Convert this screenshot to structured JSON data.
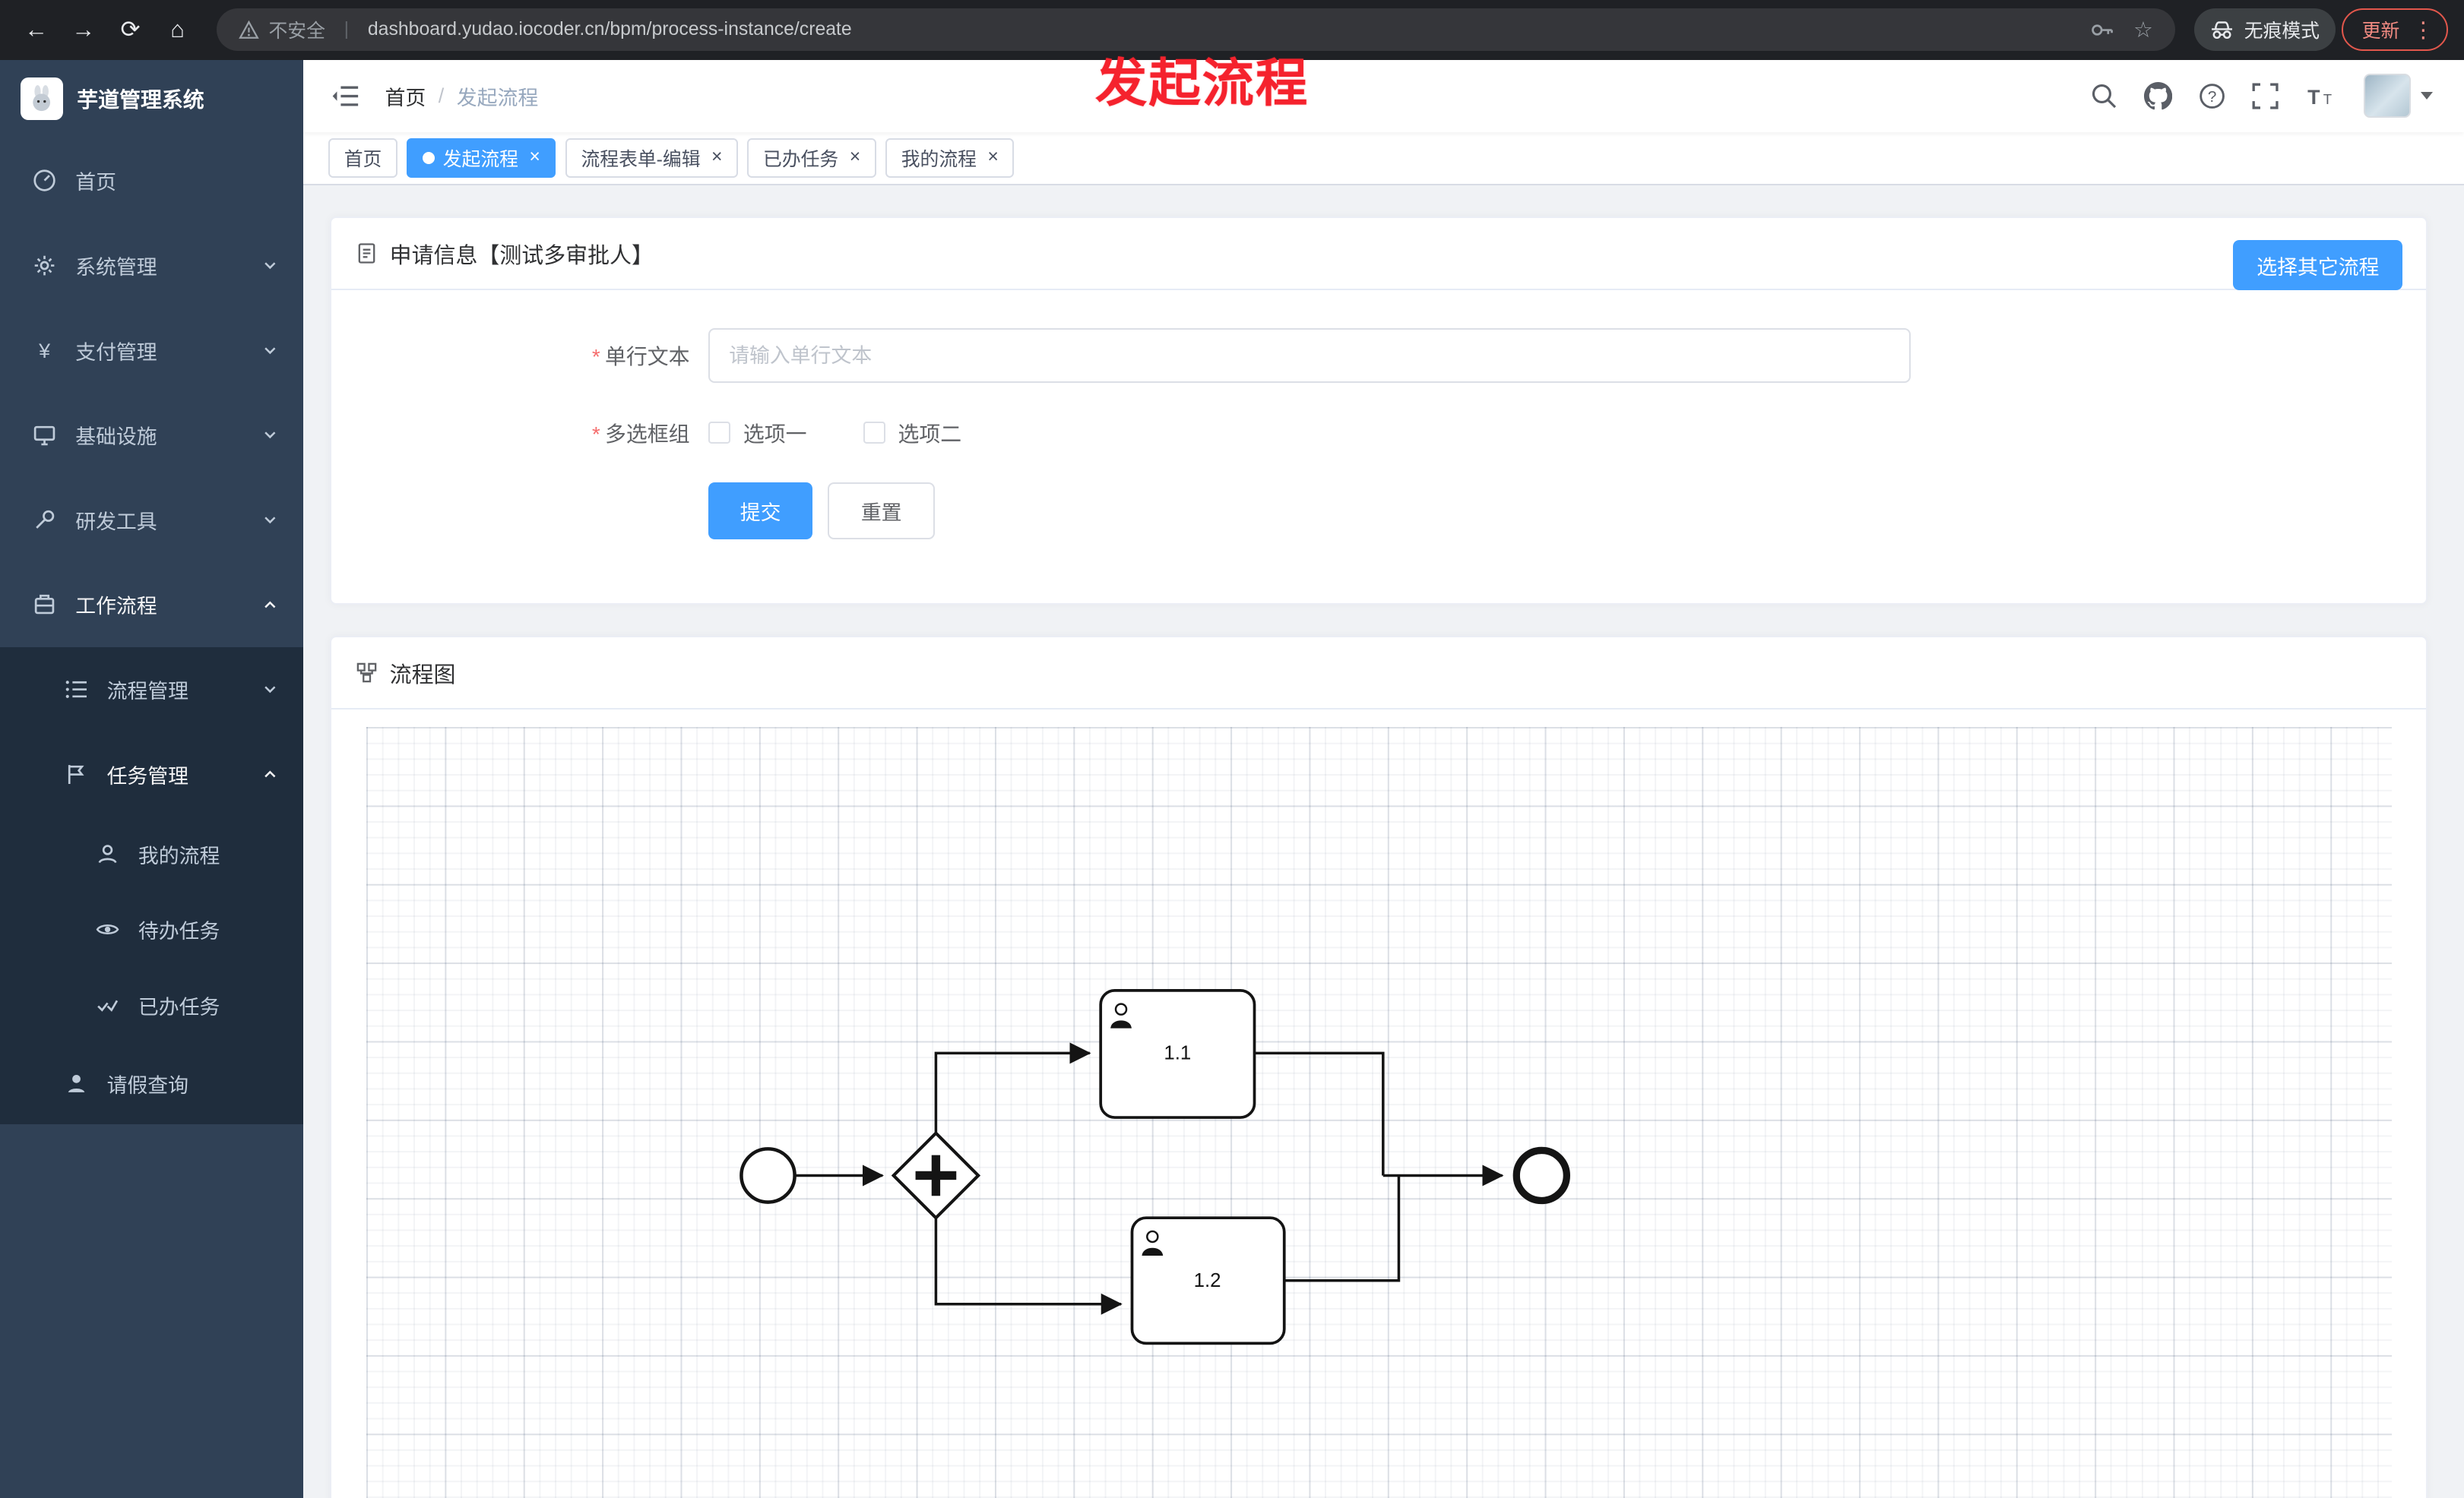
{
  "annotation": {
    "text": "发起流程"
  },
  "browser": {
    "security_label": "不安全",
    "url": "dashboard.yudao.iocoder.cn/bpm/process-instance/create",
    "incognito_label": "无痕模式",
    "update_label": "更新"
  },
  "sidebar": {
    "logo_title": "芋道管理系统",
    "items": {
      "home": "首页",
      "system": "系统管理",
      "payment": "支付管理",
      "infra": "基础设施",
      "devtools": "研发工具",
      "workflow": "工作流程",
      "process_mgmt": "流程管理",
      "task_mgmt": "任务管理",
      "my_process": "我的流程",
      "todo_tasks": "待办任务",
      "done_tasks": "已办任务",
      "leave_query": "请假查询"
    }
  },
  "navbar": {
    "breadcrumb_home": "首页",
    "breadcrumb_separator": "/",
    "breadcrumb_current": "发起流程"
  },
  "tabs": {
    "t0": "首页",
    "t1": "发起流程",
    "t2": "流程表单-编辑",
    "t3": "已办任务",
    "t4": "我的流程"
  },
  "form_card": {
    "title": "申请信息【测试多审批人】",
    "select_other_button": "选择其它流程",
    "required_mark": "*",
    "field_text_label": "单行文本",
    "field_text_placeholder": "请输入单行文本",
    "field_text_value": "",
    "field_checkbox_label": "多选框组",
    "option1": "选项一",
    "option2": "选项二",
    "submit_label": "提交",
    "reset_label": "重置"
  },
  "diagram_card": {
    "title": "流程图",
    "type": "bpmn-process-diagram",
    "task1_label": "1.1",
    "task2_label": "1.2",
    "nodes": [
      {
        "id": "start",
        "type": "start-event"
      },
      {
        "id": "gateway",
        "type": "parallel-gateway"
      },
      {
        "id": "task1",
        "type": "user-task",
        "label": "1.1"
      },
      {
        "id": "task2",
        "type": "user-task",
        "label": "1.2"
      },
      {
        "id": "end",
        "type": "end-event"
      }
    ],
    "edges": [
      "start->gateway",
      "gateway->task1",
      "gateway->task2",
      "task1->end",
      "task2->end"
    ]
  },
  "colors": {
    "accent": "#409eff",
    "annotation": "#f5222d",
    "sidebar_bg": "#304156",
    "submenu_bg": "#1f2d3d",
    "active_tab": "#409eff"
  }
}
